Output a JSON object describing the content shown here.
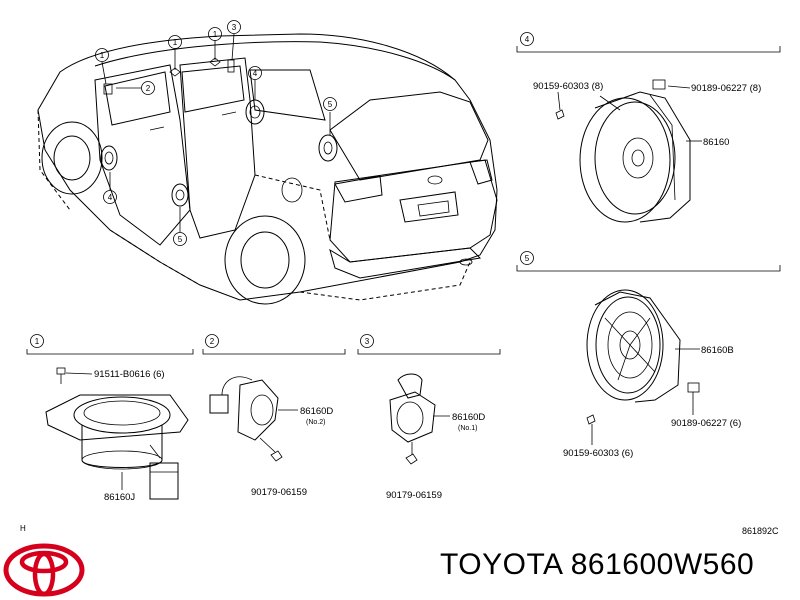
{
  "sections": [
    {
      "index": "4",
      "parts": [
        "90159-60303 (8)",
        "90189-06227 (8)",
        "86160"
      ]
    },
    {
      "index": "5",
      "parts": [
        "86160B",
        "90189-06227 (6)",
        "90159-60303 (6)"
      ]
    },
    {
      "index": "1",
      "parts": [
        "91511-B0616 (6)",
        "86160J"
      ]
    },
    {
      "index": "2",
      "parts": [
        "86160D",
        "(No.2)",
        "90179-06159"
      ]
    },
    {
      "index": "3",
      "parts": [
        "86160D",
        "(No.1)",
        "90179-06159"
      ]
    }
  ],
  "callouts": {
    "c1a": "1",
    "c1b": "1",
    "c1c": "1",
    "c3": "3",
    "c2": "2",
    "c4a": "4",
    "c4b": "4",
    "c5a": "5",
    "c5b": "5"
  },
  "footer": {
    "corner_mark": "H",
    "diagram_code": "861892C",
    "brand": "TOYOTA",
    "part_number": "861600W560",
    "title": "TOYOTA 861600W560"
  }
}
